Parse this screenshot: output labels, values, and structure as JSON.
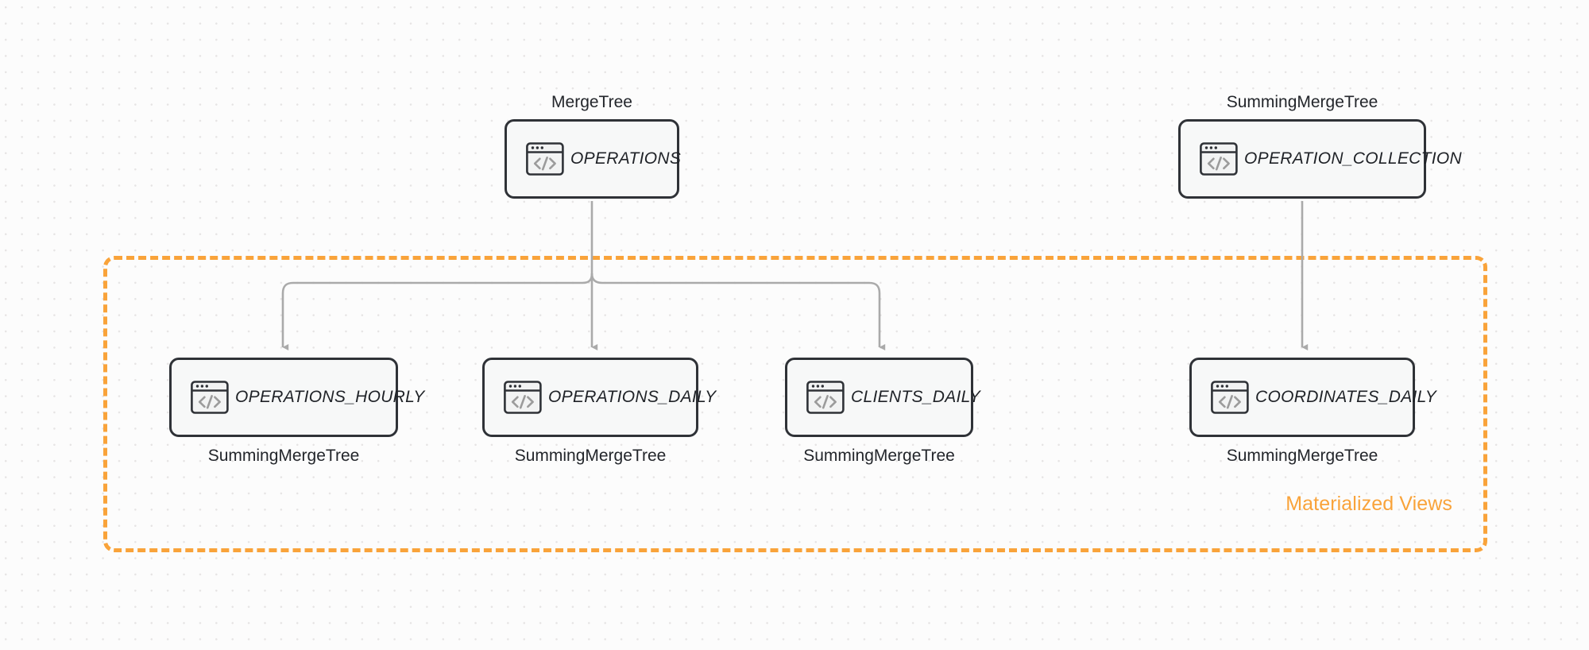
{
  "diagram": {
    "group": {
      "label": "Materialized Views",
      "accent_color": "#f9a33a"
    },
    "nodes": [
      {
        "id": "operations",
        "label": "OPERATIONS",
        "engine": "MergeTree",
        "engine_position": "above",
        "icon": "code-window-icon"
      },
      {
        "id": "operation_collection",
        "label": "OPERATION_COLLECTION",
        "engine": "SummingMergeTree",
        "engine_position": "above",
        "icon": "code-window-icon"
      },
      {
        "id": "operations_hourly",
        "label": "OPERATIONS_HOURLY",
        "engine": "SummingMergeTree",
        "engine_position": "below",
        "icon": "code-window-icon"
      },
      {
        "id": "operations_daily",
        "label": "OPERATIONS_DAILY",
        "engine": "SummingMergeTree",
        "engine_position": "below",
        "icon": "code-window-icon"
      },
      {
        "id": "clients_daily",
        "label": "CLIENTS_DAILY",
        "engine": "SummingMergeTree",
        "engine_position": "below",
        "icon": "code-window-icon"
      },
      {
        "id": "coordinates_daily",
        "label": "COORDINATES_DAILY",
        "engine": "SummingMergeTree",
        "engine_position": "below",
        "icon": "code-window-icon"
      }
    ],
    "edges": [
      {
        "from": "operations",
        "to": "operations_hourly"
      },
      {
        "from": "operations",
        "to": "operations_daily"
      },
      {
        "from": "operations",
        "to": "clients_daily"
      },
      {
        "from": "operation_collection",
        "to": "coordinates_daily"
      }
    ],
    "edge_color": "#aaaaaa",
    "node_border_color": "#2f3237",
    "node_fill_color": "#f7f8f8"
  }
}
